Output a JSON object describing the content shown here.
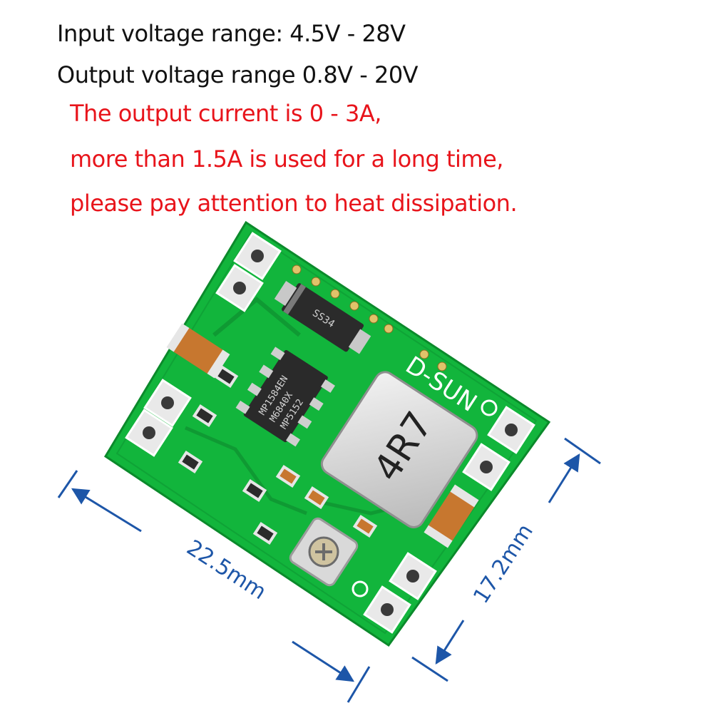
{
  "specs": {
    "input_range": "Input voltage range: 4.5V - 28V",
    "output_range": "Output voltage range 0.8V - 20V",
    "current_note_1": "The output current is 0 - 3A,",
    "current_note_2": "more than 1.5A is used for a long time,",
    "current_note_3": "please pay attention to heat dissipation."
  },
  "board": {
    "brand": "D-SUN",
    "inductor_marking": "4R7",
    "diode_marking": "SS34",
    "ic_marking_1": "MP1584EN",
    "ic_marking_2": "M6840X",
    "ic_marking_3": "MP5152"
  },
  "dimensions": {
    "length": "22.5mm",
    "width": "17.2mm"
  },
  "colors": {
    "pcb_green": "#12b53c",
    "text_red": "#e8141b",
    "dimension_blue": "#1d56a8"
  }
}
